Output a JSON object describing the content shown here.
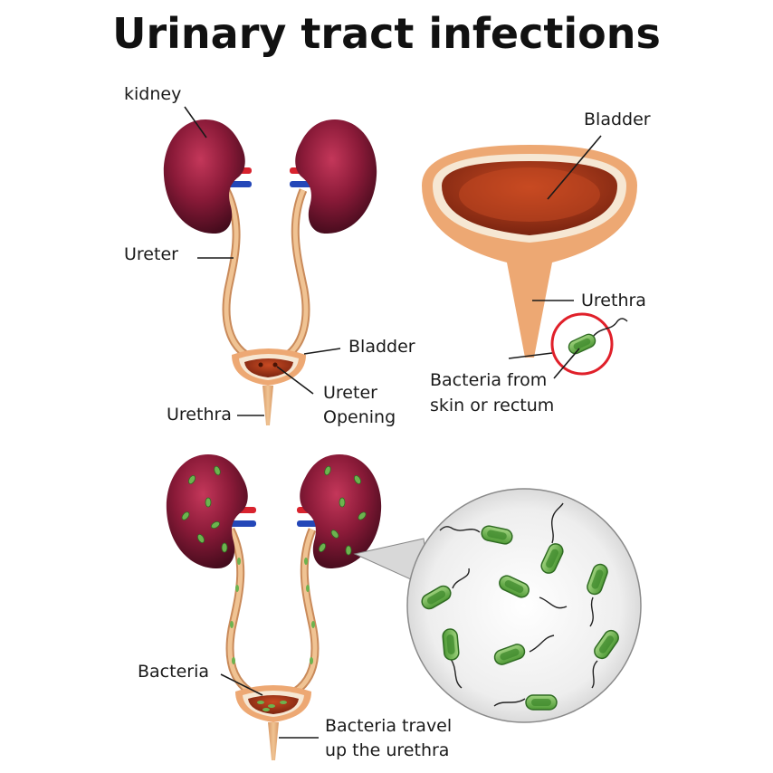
{
  "title": "Urinary tract infections",
  "labels": {
    "kidney": "kidney",
    "ureter": "Ureter",
    "bladder_small": "Bladder",
    "ureter_opening_1": "Ureter",
    "ureter_opening_2": "Opening",
    "urethra_small": "Urethra",
    "bladder_large": "Bladder",
    "urethra_large": "Urethra",
    "bacteria_from_1": "Bacteria from",
    "bacteria_from_2": "skin or rectum",
    "bacteria": "Bacteria",
    "travel_1": "Bacteria travel",
    "travel_2": "up the urethra"
  },
  "colors": {
    "kidney_dark": "#4a0d20",
    "kidney_mid": "#8a1a38",
    "kidney_light": "#c4375a",
    "tube": "#e8b88a",
    "tube_edge": "#c98a5a",
    "bladder_outer": "#eda873",
    "bladder_rim": "#f6e7d3",
    "bladder_inner": "#a8391f",
    "artery": "#d8232e",
    "vein": "#2447b8",
    "bacteria": "#6db34f",
    "bacteria_dark": "#2f6b22",
    "highlight": "#e0202a"
  },
  "icons": [
    "kidney-icon",
    "bladder-icon",
    "bacterium-icon",
    "magnifier-circle"
  ]
}
